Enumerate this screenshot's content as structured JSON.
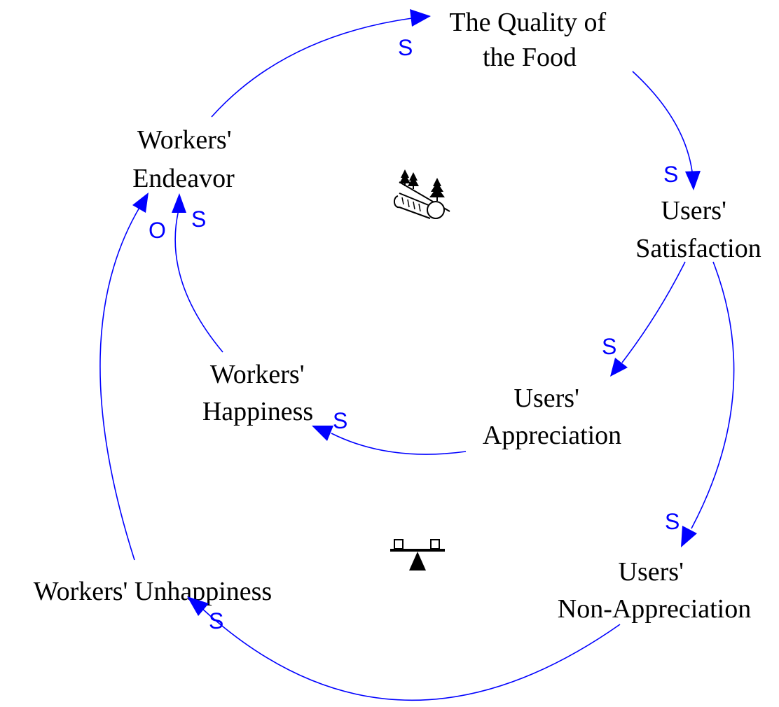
{
  "diagram": {
    "variables": {
      "quality": {
        "lines": [
          "The Quality of",
          "the Food"
        ]
      },
      "satisfaction": {
        "lines": [
          "Users'",
          "Satisfaction"
        ]
      },
      "appreciation": {
        "lines": [
          "Users'",
          "Appreciation"
        ]
      },
      "non_appreciation": {
        "lines": [
          "Users'",
          "Non-Appreciation"
        ]
      },
      "happiness": {
        "lines": [
          "Workers'",
          "Happiness"
        ]
      },
      "unhappiness": {
        "lines": [
          "Workers' Unhappiness"
        ]
      },
      "endeavor": {
        "lines": [
          "Workers'",
          "Endeavor"
        ]
      }
    },
    "links": [
      {
        "from": "Workers' Endeavor",
        "to": "The Quality of the Food",
        "polarity": "S"
      },
      {
        "from": "The Quality of the Food",
        "to": "Users' Satisfaction",
        "polarity": "S"
      },
      {
        "from": "Users' Satisfaction",
        "to": "Users' Appreciation",
        "polarity": "S"
      },
      {
        "from": "Users' Appreciation",
        "to": "Workers' Happiness",
        "polarity": "S"
      },
      {
        "from": "Workers' Happiness",
        "to": "Workers' Endeavor",
        "polarity": "S"
      },
      {
        "from": "Users' Satisfaction",
        "to": "Users' Non-Appreciation",
        "polarity": "S"
      },
      {
        "from": "Users' Non-Appreciation",
        "to": "Workers' Unhappiness",
        "polarity": "S"
      },
      {
        "from": "Workers' Unhappiness",
        "to": "Workers' Endeavor",
        "polarity": "O"
      }
    ],
    "loop_icons": {
      "inner": "snowball-loop-icon",
      "outer": "balance-seesaw-icon"
    },
    "colors": {
      "link": "#0000ff",
      "polarity": "#0000ff",
      "text": "#000000",
      "background": "#ffffff"
    }
  }
}
